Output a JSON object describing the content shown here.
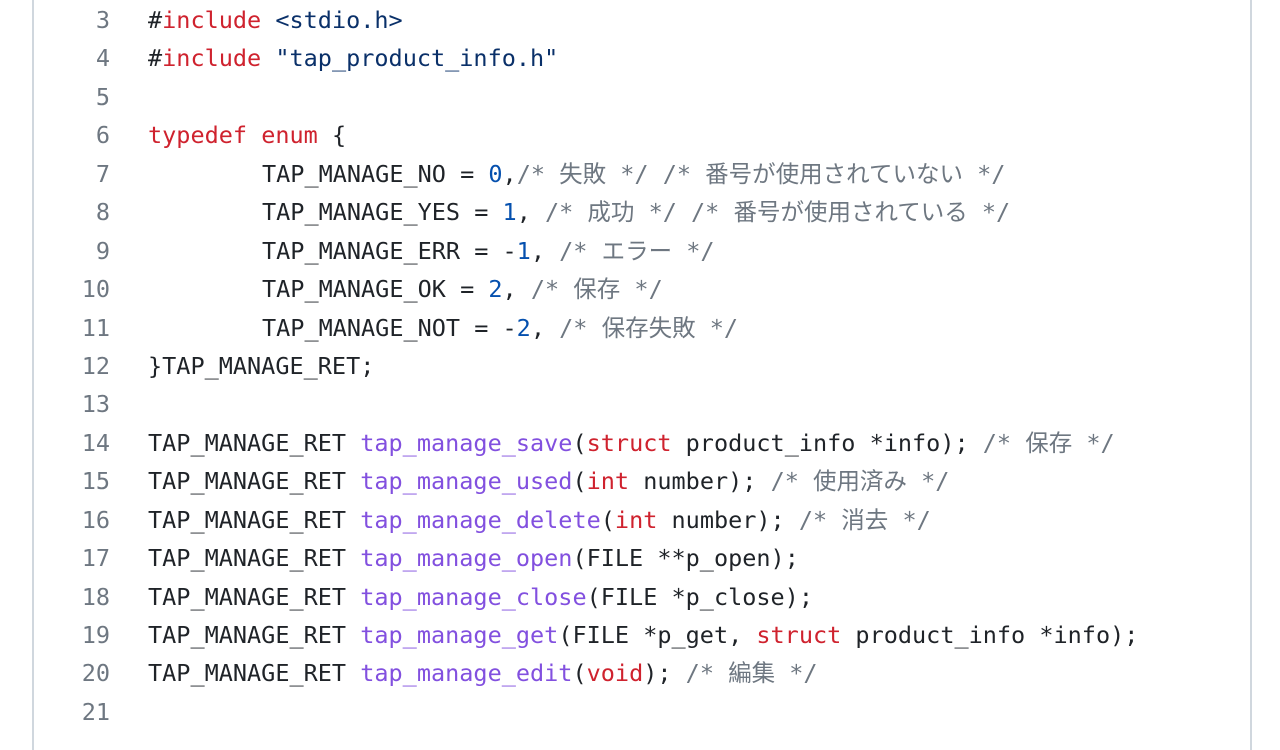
{
  "colors": {
    "kw": "#cf222e",
    "str": "#0a3069",
    "fn": "#8250df",
    "num": "#0550ae",
    "com": "#6e7781",
    "txt": "#1f2328"
  },
  "lines": [
    {
      "n": "3",
      "t": [
        [
          "txt",
          "#"
        ],
        [
          "kw",
          "include"
        ],
        [
          "txt",
          " "
        ],
        [
          "str",
          "<stdio.h>"
        ]
      ]
    },
    {
      "n": "4",
      "t": [
        [
          "txt",
          "#"
        ],
        [
          "kw",
          "include"
        ],
        [
          "txt",
          " "
        ],
        [
          "str",
          "\"tap_product_info.h\""
        ]
      ]
    },
    {
      "n": "5",
      "t": []
    },
    {
      "n": "6",
      "t": [
        [
          "kw",
          "typedef"
        ],
        [
          "txt",
          " "
        ],
        [
          "kw",
          "enum"
        ],
        [
          "txt",
          " {"
        ]
      ]
    },
    {
      "n": "7",
      "t": [
        [
          "txt",
          "\tTAP_MANAGE_NO = "
        ],
        [
          "num",
          "0"
        ],
        [
          "txt",
          ","
        ],
        [
          "com",
          "/* 失敗 */ /* 番号が使用されていない */"
        ]
      ]
    },
    {
      "n": "8",
      "t": [
        [
          "txt",
          "\tTAP_MANAGE_YES = "
        ],
        [
          "num",
          "1"
        ],
        [
          "txt",
          ", "
        ],
        [
          "com",
          "/* 成功 */ /* 番号が使用されている */"
        ]
      ]
    },
    {
      "n": "9",
      "t": [
        [
          "txt",
          "\tTAP_MANAGE_ERR = -"
        ],
        [
          "num",
          "1"
        ],
        [
          "txt",
          ", "
        ],
        [
          "com",
          "/* エラー */"
        ]
      ]
    },
    {
      "n": "10",
      "t": [
        [
          "txt",
          "\tTAP_MANAGE_OK = "
        ],
        [
          "num",
          "2"
        ],
        [
          "txt",
          ", "
        ],
        [
          "com",
          "/* 保存 */"
        ]
      ]
    },
    {
      "n": "11",
      "t": [
        [
          "txt",
          "\tTAP_MANAGE_NOT = -"
        ],
        [
          "num",
          "2"
        ],
        [
          "txt",
          ", "
        ],
        [
          "com",
          "/* 保存失敗 */"
        ]
      ]
    },
    {
      "n": "12",
      "t": [
        [
          "txt",
          "}TAP_MANAGE_RET;"
        ]
      ]
    },
    {
      "n": "13",
      "t": []
    },
    {
      "n": "14",
      "t": [
        [
          "txt",
          "TAP_MANAGE_RET "
        ],
        [
          "fn",
          "tap_manage_save"
        ],
        [
          "txt",
          "("
        ],
        [
          "kw",
          "struct"
        ],
        [
          "txt",
          " product_info *info); "
        ],
        [
          "com",
          "/* 保存 */"
        ]
      ]
    },
    {
      "n": "15",
      "t": [
        [
          "txt",
          "TAP_MANAGE_RET "
        ],
        [
          "fn",
          "tap_manage_used"
        ],
        [
          "txt",
          "("
        ],
        [
          "kw",
          "int"
        ],
        [
          "txt",
          " number); "
        ],
        [
          "com",
          "/* 使用済み */"
        ]
      ]
    },
    {
      "n": "16",
      "t": [
        [
          "txt",
          "TAP_MANAGE_RET "
        ],
        [
          "fn",
          "tap_manage_delete"
        ],
        [
          "txt",
          "("
        ],
        [
          "kw",
          "int"
        ],
        [
          "txt",
          " number); "
        ],
        [
          "com",
          "/* 消去 */"
        ]
      ]
    },
    {
      "n": "17",
      "t": [
        [
          "txt",
          "TAP_MANAGE_RET "
        ],
        [
          "fn",
          "tap_manage_open"
        ],
        [
          "txt",
          "(FILE **p_open);"
        ]
      ]
    },
    {
      "n": "18",
      "t": [
        [
          "txt",
          "TAP_MANAGE_RET "
        ],
        [
          "fn",
          "tap_manage_close"
        ],
        [
          "txt",
          "(FILE *p_close);"
        ]
      ]
    },
    {
      "n": "19",
      "t": [
        [
          "txt",
          "TAP_MANAGE_RET "
        ],
        [
          "fn",
          "tap_manage_get"
        ],
        [
          "txt",
          "(FILE *p_get, "
        ],
        [
          "kw",
          "struct"
        ],
        [
          "txt",
          " product_info *info);"
        ]
      ]
    },
    {
      "n": "20",
      "t": [
        [
          "txt",
          "TAP_MANAGE_RET "
        ],
        [
          "fn",
          "tap_manage_edit"
        ],
        [
          "txt",
          "("
        ],
        [
          "kw",
          "void"
        ],
        [
          "txt",
          "); "
        ],
        [
          "com",
          "/* 編集 */"
        ]
      ]
    },
    {
      "n": "21",
      "t": []
    }
  ]
}
